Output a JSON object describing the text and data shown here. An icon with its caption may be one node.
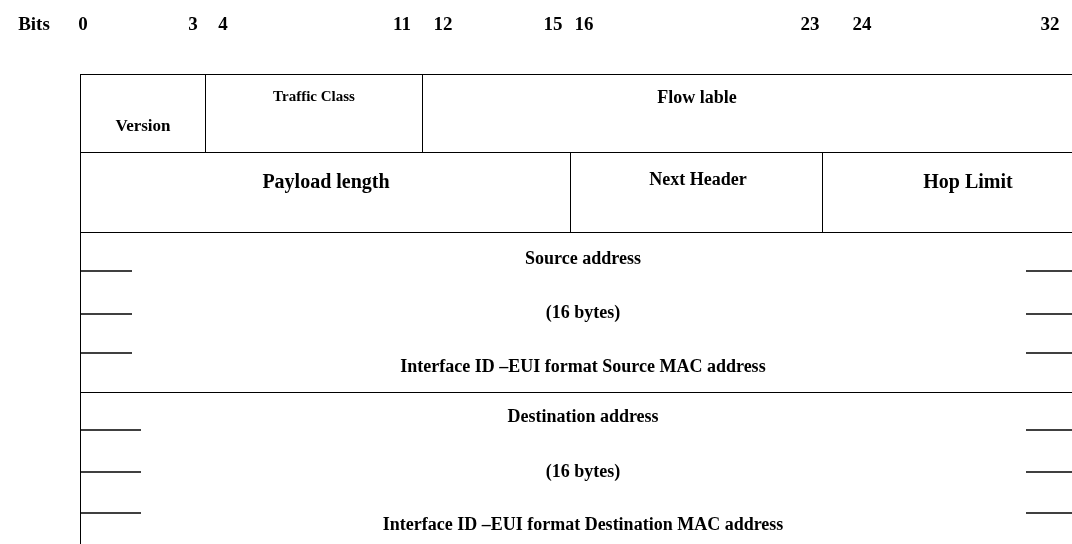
{
  "diagram": {
    "nodes": [
      {
        "text": [
          "Version"
        ]
      },
      {
        "text": [
          "Traffic Class"
        ]
      },
      {
        "text": [
          "Flow lable"
        ]
      },
      {
        "text": [
          "Payload length"
        ]
      },
      {
        "text": [
          "Next Header"
        ]
      },
      {
        "text": [
          "Hop Limit"
        ]
      },
      {
        "text": [
          "Source address",
          "(16 bytes)",
          "Interface ID –EUI format Source MAC address"
        ]
      },
      {
        "text": [
          "Destination address",
          "(16 bytes)",
          "Interface ID –EUI format Destination MAC address"
        ]
      }
    ],
    "labels": [
      "Bits",
      "0",
      "3",
      "4",
      "11",
      "12",
      "15",
      "16",
      "23",
      "24",
      "32"
    ]
  }
}
